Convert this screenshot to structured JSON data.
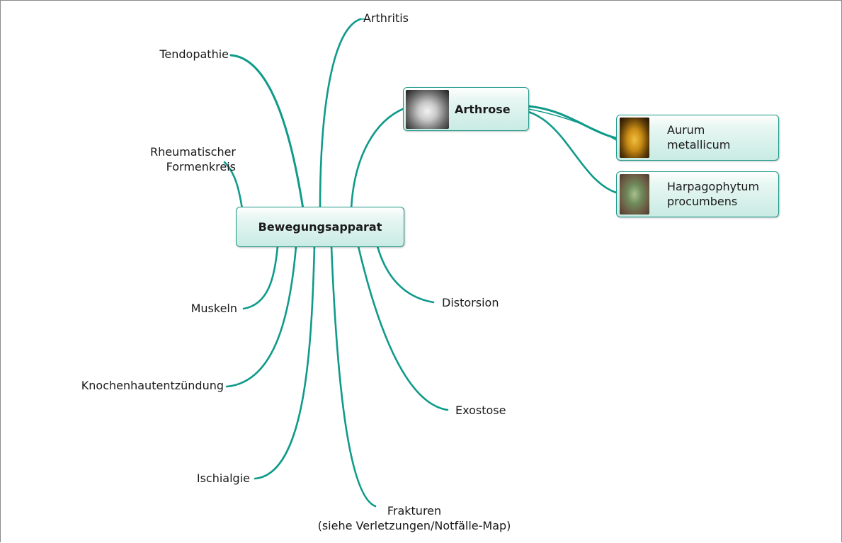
{
  "colors": {
    "link": "#0f9a8a",
    "box_border": "#1f9a8a",
    "frame": "#8a8a8a"
  },
  "center": {
    "label": "Bewegungsapparat"
  },
  "branches": {
    "arthritis": "Arthritis",
    "tendopathie": "Tendopathie",
    "rheuma_line1": "Rheumatischer",
    "rheuma_line2": "Formenkreis",
    "muskeln": "Muskeln",
    "knochenhaut": "Knochenhautentzündung",
    "ischialgie": "Ischialgie",
    "frakturen_line1": "Frakturen",
    "frakturen_line2": "(siehe Verletzungen/Notfälle-Map)",
    "exostose": "Exostose",
    "distorsion": "Distorsion"
  },
  "arthrose": {
    "label": "Arthrose",
    "image": "x-ray-knee-image"
  },
  "remedies": [
    {
      "line1": "Aurum",
      "line2": "metallicum",
      "image": "gold-nugget-image"
    },
    {
      "line1": "Harpagophytum",
      "line2": "procumbens",
      "image": "devils-claw-plant-image"
    }
  ]
}
